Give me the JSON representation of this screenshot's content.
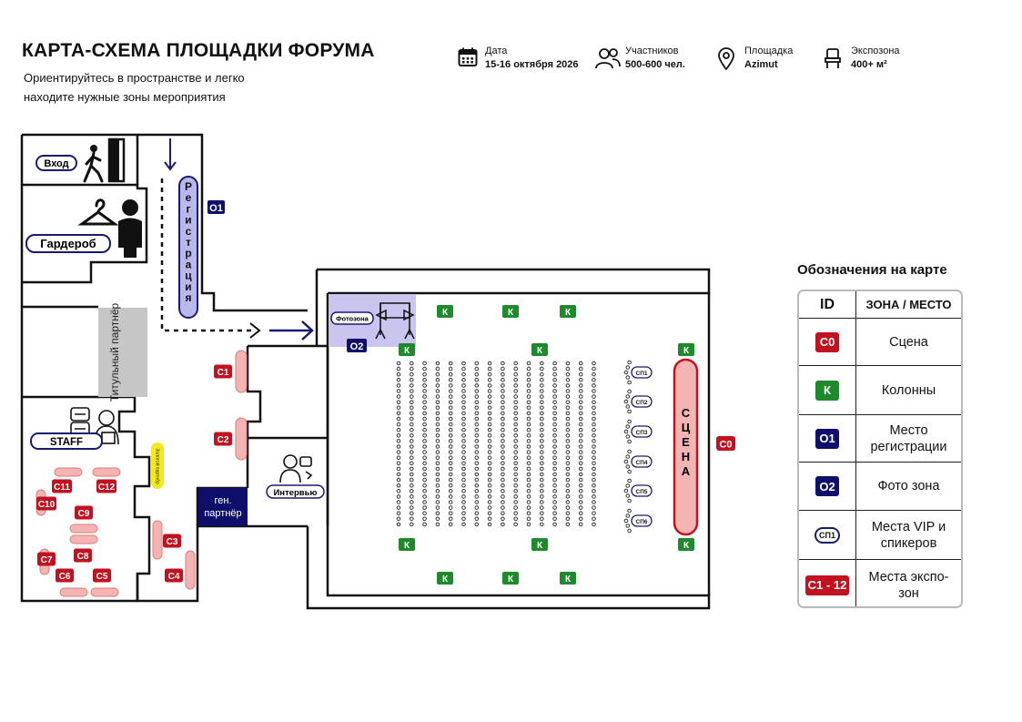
{
  "header": {
    "title": "КАРТА-СХЕМА ПЛОЩАДКИ ФОРУМА",
    "subtitle": "Ориентируйтесь в пространстве и легко находите нужные зоны мероприятия"
  },
  "stats": [
    {
      "label": "Дата",
      "value": "15-16 октября 2026",
      "icon": "calendar-icon"
    },
    {
      "label": "Участников",
      "value": "500-600 чел.",
      "icon": "people-icon"
    },
    {
      "label": "Площадка",
      "value": "Azimut",
      "icon": "location-pin-icon"
    },
    {
      "label": "Экспозона",
      "value": "400+ м²",
      "icon": "chair-icon"
    }
  ],
  "map": {
    "entrance": "Вход",
    "wardrobe": "Гардероб",
    "registration": "Регистрация",
    "registration_id": "О1",
    "title_partner": "Титульный партнёр",
    "staff": "STAFF",
    "gold_partner": "Золотой партнёр",
    "gen_partner": "ген. партнёр",
    "interview": "Интервью",
    "photo_zone": "Фотозона",
    "photo_id": "О2",
    "stage": "СЦЕНА",
    "stage_id": "С0",
    "column": "К",
    "vip_seats": [
      "СП1",
      "СП2",
      "СП3",
      "СП4",
      "СП5",
      "СП6"
    ],
    "expo_zones": [
      "С1",
      "С2",
      "С3",
      "С4",
      "С5",
      "С6",
      "С7",
      "С8",
      "С9",
      "С10",
      "С11",
      "С12"
    ]
  },
  "legend": {
    "title": "Обозначения на карте",
    "header_id": "ID",
    "header_zone": "ЗОНА / МЕСТО",
    "rows": [
      {
        "id": "С0",
        "kind": "red",
        "label": "Сцена"
      },
      {
        "id": "К",
        "kind": "green",
        "label": "Колонны"
      },
      {
        "id": "О1",
        "kind": "navy",
        "label": "Место регистрации"
      },
      {
        "id": "О2",
        "kind": "navy",
        "label": "Фото зона"
      },
      {
        "id": "СП1",
        "kind": "sp",
        "label": "Места VIP и спикеров"
      },
      {
        "id": "С1 - 12",
        "kind": "red",
        "label": "Места экспо-зон"
      }
    ]
  },
  "colors": {
    "expo_red": "#c3121f",
    "expo_pink": "#f5b4b4",
    "column_green": "#1e8a2c",
    "navy": "#0f0f6b",
    "photo_zone_lilac": "#c9c5ef",
    "title_partner_gray": "#c6c6c6",
    "gold_yellow": "#f2ea1c",
    "registration_fill": "#b8b8ee"
  }
}
